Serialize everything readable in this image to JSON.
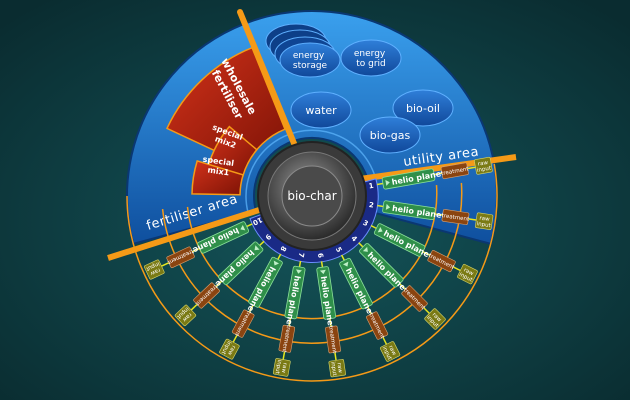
{
  "areas": {
    "fertiliser": "fertiliser area",
    "utility": "utility area"
  },
  "center": "bio-char",
  "fertiliser_products": [
    {
      "lines": [
        "wholesale",
        "fertiliser"
      ]
    },
    {
      "lines": [
        "special",
        "mix2"
      ]
    },
    {
      "lines": [
        "special",
        "mix1"
      ]
    }
  ],
  "utility_items": [
    {
      "id": "energy-storage",
      "lines": [
        "energy",
        "storage"
      ]
    },
    {
      "id": "energy-to-grid",
      "lines": [
        "energy",
        "to grid"
      ]
    },
    {
      "id": "water",
      "lines": [
        "water"
      ]
    },
    {
      "id": "bio-oil",
      "lines": [
        "bio-oil"
      ]
    },
    {
      "id": "bio-gas",
      "lines": [
        "bio-gas"
      ]
    }
  ],
  "units": {
    "module_label": "helio planet",
    "treatment_label": "treatment",
    "raw_input_lines": [
      "raw",
      "input"
    ],
    "numbers": [
      "1",
      "2",
      "3",
      "4",
      "5",
      "6",
      "7",
      "8",
      "9",
      "10"
    ]
  },
  "colors": {
    "background": "#0d3a3d",
    "blue": "#1a73c9",
    "orange": "#f59a17",
    "red": "#b21e0c",
    "green": "#2f8f4a",
    "treatment": "#8a4410",
    "raw_input": "#7a7a14",
    "navy": "#1a2a86"
  }
}
